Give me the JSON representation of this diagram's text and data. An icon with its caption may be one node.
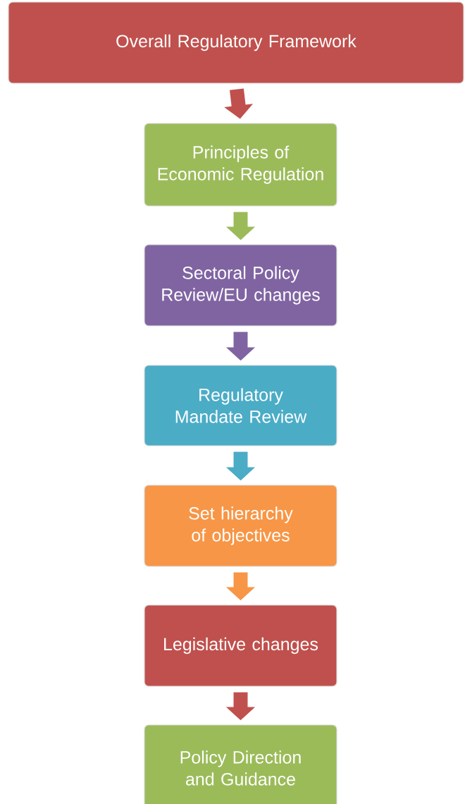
{
  "diagram": {
    "nodes": [
      {
        "text": [
          "Overall Regulatory Framework"
        ]
      },
      {
        "text": [
          "Principles of Economic Regulation"
        ]
      },
      {
        "text": [
          "Sectoral Policy Review/EU changes"
        ]
      },
      {
        "text": [
          "Regulatory Mandate Review"
        ]
      },
      {
        "text": [
          "Set hierarchy of objectives"
        ]
      },
      {
        "text": [
          "Legislative changes"
        ]
      },
      {
        "text": [
          "Policy Direction and Guidance"
        ]
      }
    ],
    "edges": [
      {
        "from": 0,
        "to": 1,
        "arrow": "to",
        "color": "#c0504d"
      },
      {
        "from": 1,
        "to": 2,
        "arrow": "to",
        "color": "#9bbb59"
      },
      {
        "from": 2,
        "to": 3,
        "arrow": "to",
        "color": "#8064a2"
      },
      {
        "from": 3,
        "to": 4,
        "arrow": "to",
        "color": "#4bacc6"
      },
      {
        "from": 4,
        "to": 5,
        "arrow": "to",
        "color": "#f79646"
      },
      {
        "from": 5,
        "to": 6,
        "arrow": "to",
        "color": "#c0504d"
      }
    ]
  }
}
